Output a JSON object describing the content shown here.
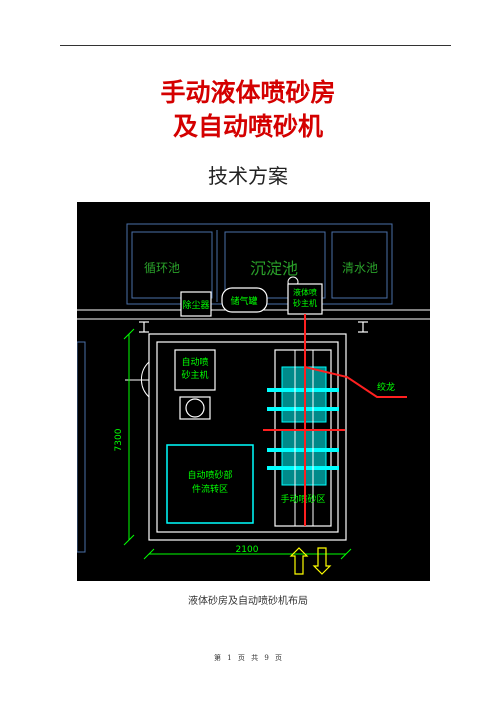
{
  "document": {
    "title_line1": "手动液体喷砂房",
    "title_line2": "及自动喷砂机",
    "subtitle": "技术方案",
    "caption": "液体砂房及自动喷砂机布局",
    "footer": {
      "prefix": "第",
      "page": "1",
      "page_unit": "页",
      "total_prefix": "共",
      "total": "9",
      "total_unit": "页"
    }
  },
  "drawing": {
    "labels": {
      "tank_left": "循环池",
      "tank_mid": "沉淀池",
      "tank_right": "清水池",
      "dust": "除尘器",
      "airtank": "储气罐",
      "manual_host": "液体喷砂主机",
      "auto_host": "自动喷砂主机",
      "auto_zone": "自动喷砂部件流转区",
      "manual_zone": "手动喷砂区",
      "auger": "绞龙",
      "dim_vertical": "7300",
      "dim_horizontal": "2100"
    },
    "colors": {
      "background": "#000000",
      "line_white": "#ffffff",
      "text_green": "#00ff00",
      "dim_green": "#00ff00",
      "zone_cyan": "#00ffff",
      "faint_blue": "#4a6fa8",
      "pipe_red": "#ff2020",
      "arrow_yellow": "#ffff00"
    }
  }
}
